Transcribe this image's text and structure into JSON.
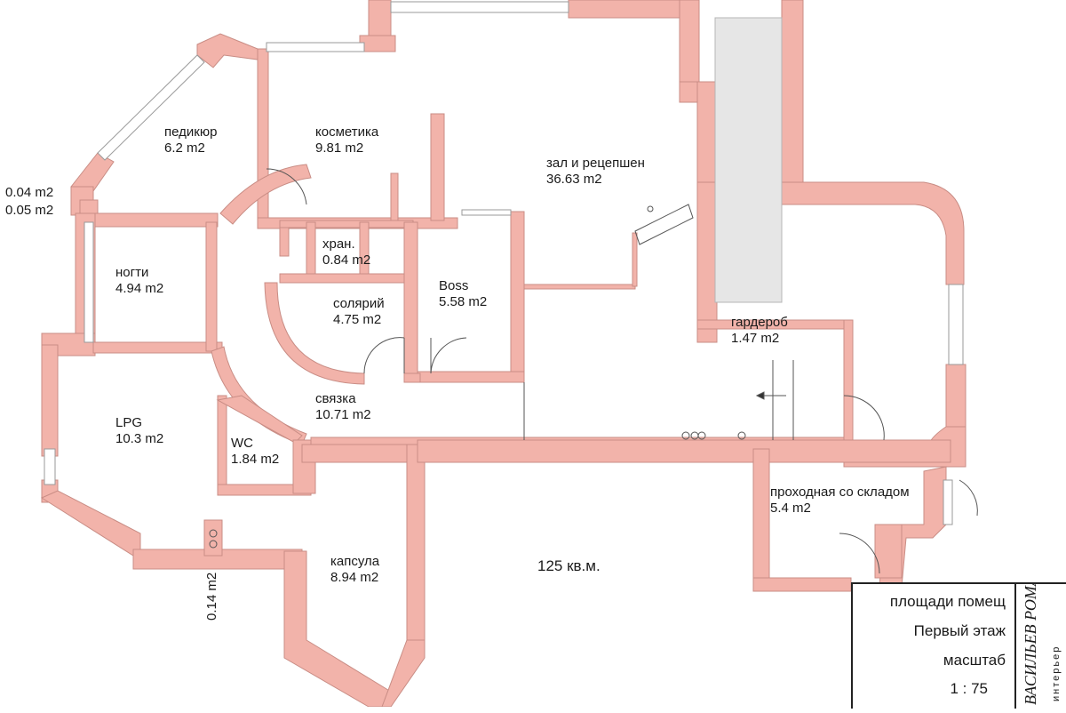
{
  "colors": {
    "wall": "#f2b3aa",
    "wall_line": "#c98d85",
    "column": "#e6e6e6",
    "window": "#ffffff",
    "ink": "#1a1a1a"
  },
  "rooms": [
    {
      "id": "pedikur",
      "name": "педикюр",
      "area": "6.2 m2"
    },
    {
      "id": "kosmetika",
      "name": "косметика",
      "area": "9.81 m2"
    },
    {
      "id": "zal",
      "name": "зал и рецепшен",
      "area": "36.63 m2"
    },
    {
      "id": "hran",
      "name": "хран.",
      "area": "0.84 m2"
    },
    {
      "id": "nogti",
      "name": "ногти",
      "area": "4.94 m2"
    },
    {
      "id": "solyariy",
      "name": "солярий",
      "area": "4.75 m2"
    },
    {
      "id": "boss",
      "name": "Boss",
      "area": "5.58 m2"
    },
    {
      "id": "garderob",
      "name": "гардероб",
      "area": "1.47 m2"
    },
    {
      "id": "svyazka",
      "name": "связка",
      "area": "10.71 m2"
    },
    {
      "id": "lpg",
      "name": "LPG",
      "area": "10.3 m2"
    },
    {
      "id": "wc",
      "name": "WC",
      "area": "1.84 m2"
    },
    {
      "id": "prohodnaya",
      "name": "проходная со складом",
      "area": "5.4 m2"
    },
    {
      "id": "kapsula",
      "name": "капсула",
      "area": "8.94 m2"
    }
  ],
  "small_areas": {
    "a1": "0.04 m2",
    "a2": "0.05 m2",
    "a3": "0.14 m2"
  },
  "total_area": "125 кв.м.",
  "stamp": {
    "line1": "площади помещ",
    "line2": "Первый этаж",
    "line3": "масштаб",
    "scale": "1 : 75",
    "logo_name": "ВАСИЛЬЕВ РОМАН",
    "logo_sub": "интерьер"
  }
}
